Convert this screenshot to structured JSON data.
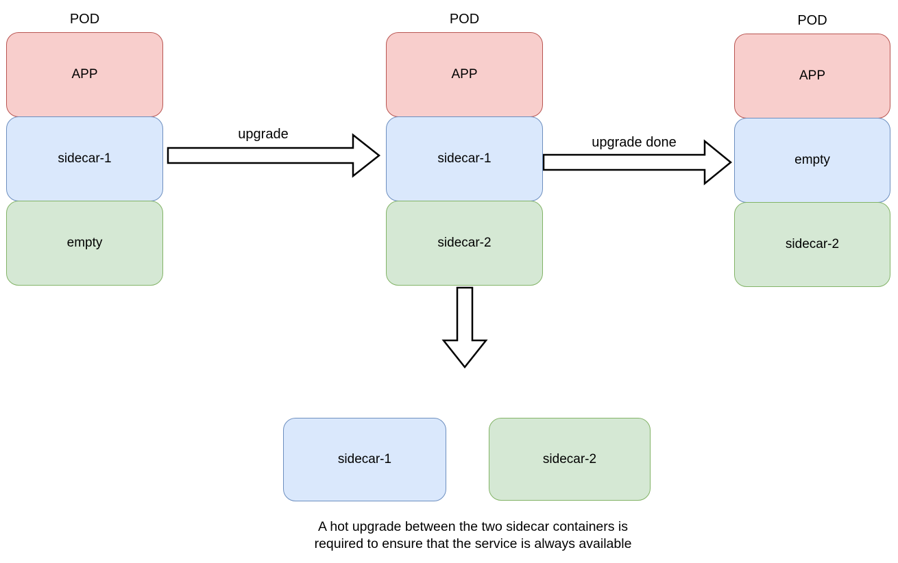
{
  "diagram": {
    "pods": [
      {
        "title": "POD",
        "containers": [
          {
            "label": "APP",
            "color": "red"
          },
          {
            "label": "sidecar-1",
            "color": "blue"
          },
          {
            "label": "empty",
            "color": "green"
          }
        ]
      },
      {
        "title": "POD",
        "containers": [
          {
            "label": "APP",
            "color": "red"
          },
          {
            "label": "sidecar-1",
            "color": "blue"
          },
          {
            "label": "sidecar-2",
            "color": "green"
          }
        ]
      },
      {
        "title": "POD",
        "containers": [
          {
            "label": "APP",
            "color": "red"
          },
          {
            "label": "empty",
            "color": "blue"
          },
          {
            "label": "sidecar-2",
            "color": "green"
          }
        ]
      }
    ],
    "arrows": [
      {
        "label": "upgrade",
        "direction": "right"
      },
      {
        "label": "upgrade done",
        "direction": "right"
      },
      {
        "label": "",
        "direction": "down"
      }
    ],
    "standalone_boxes": [
      {
        "label": "sidecar-1",
        "color": "blue"
      },
      {
        "label": "sidecar-2",
        "color": "green"
      }
    ],
    "caption": {
      "line1": "A hot upgrade between the two sidecar containers is",
      "line2": "required to ensure that the service is always available"
    },
    "colors": {
      "red_fill": "#f8cecc",
      "red_stroke": "#b85450",
      "blue_fill": "#dae8fc",
      "blue_stroke": "#6c8ebf",
      "green_fill": "#d5e8d4",
      "green_stroke": "#82b366",
      "arrow_fill": "#ffffff",
      "arrow_stroke": "#000000"
    }
  }
}
